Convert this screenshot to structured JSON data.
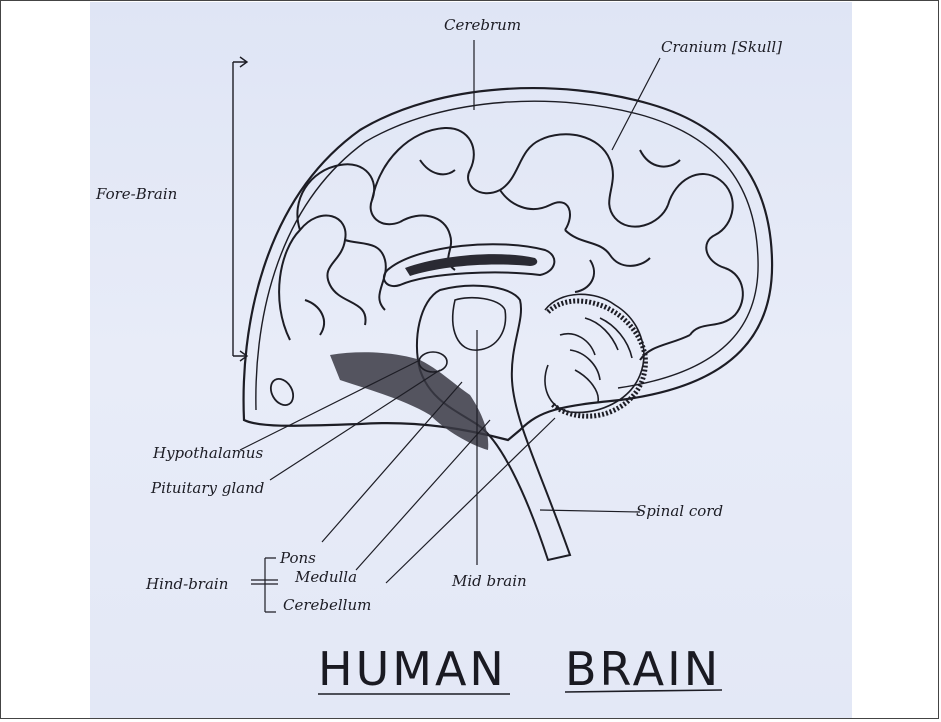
{
  "labels": {
    "cerebrum": "Cerebrum",
    "cranium": "Cranium [Skull]",
    "fore_brain": "Fore-Brain",
    "hypothalamus": "Hypothalamus",
    "pituitary": "Pituitary gland",
    "spinal_cord": "Spinal cord",
    "hind_brain": "Hind-brain",
    "pons": "Pons",
    "medulla": "Medulla",
    "cerebellum": "Cerebellum",
    "mid_brain": "Mid brain"
  },
  "title": {
    "word1": "HUMAN",
    "word2": "BRAIN"
  },
  "colors": {
    "ink": "#1d1d25",
    "paper": "#e4e9f7"
  }
}
